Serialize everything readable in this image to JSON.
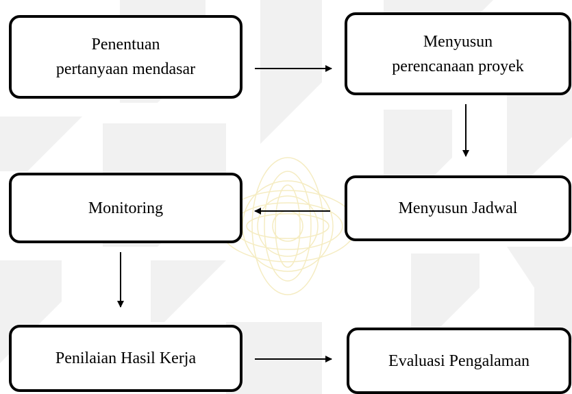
{
  "boxes": {
    "b1": {
      "line1": "Penentuan",
      "line2": "pertanyaan mendasar"
    },
    "b2": {
      "line1": "Menyusun",
      "line2": "perencanaan proyek"
    },
    "b3": {
      "label": "Monitoring"
    },
    "b4": {
      "label": "Menyusun Jadwal"
    },
    "b5": {
      "label": "Penilaian Hasil Kerja"
    },
    "b6": {
      "label": "Evaluasi Pengalaman"
    }
  },
  "colors": {
    "stroke": "#000000",
    "watermark_gray": "#f0f0f0",
    "watermark_gold": "#f3e9b8"
  }
}
